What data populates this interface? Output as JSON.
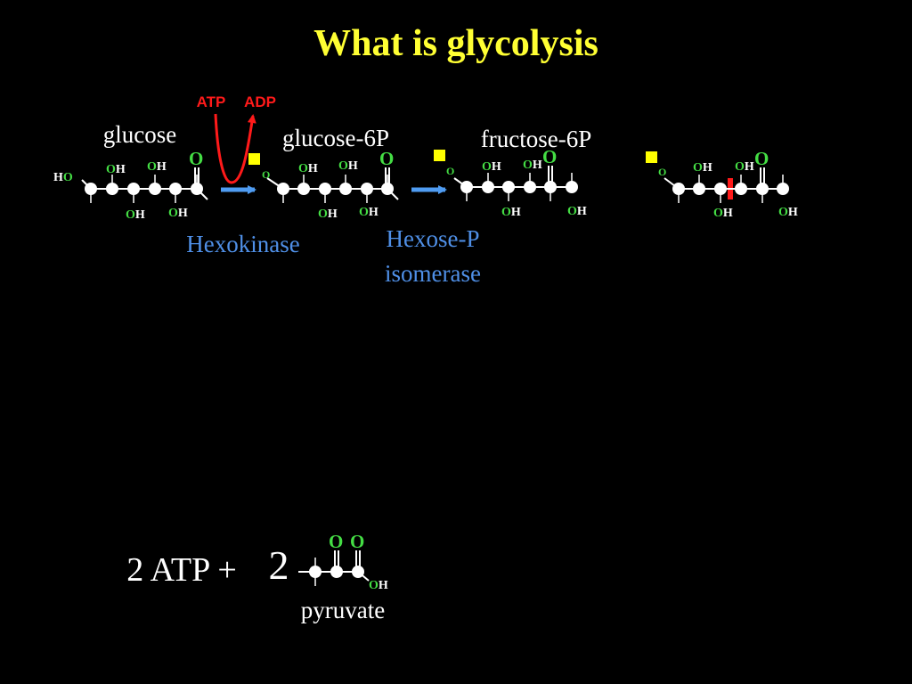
{
  "title": "What is glycolysis",
  "colors": {
    "background": "#000000",
    "title": "#ffff33",
    "enzyme": "#4f8fe6",
    "oxygen": "#44dd44",
    "atp": "#ff1a1a",
    "phosphate": "#ffff00",
    "text": "#ffffff",
    "arrow": "#4f9cf2"
  },
  "atp_adp": {
    "atp": "ATP",
    "adp": "ADP"
  },
  "molecules": {
    "glucose": "glucose",
    "glucose6p": "glucose-6P",
    "fructose6p": "fructose-6P",
    "pyruvate": "pyruvate"
  },
  "enzymes": {
    "hexokinase": "Hexokinase",
    "isomerase_line1": "Hexose-P",
    "isomerase_line2": "isomerase"
  },
  "atoms": {
    "O": "O",
    "H": "H"
  },
  "output": {
    "atp": "2 ATP +",
    "coefficient": "2"
  }
}
